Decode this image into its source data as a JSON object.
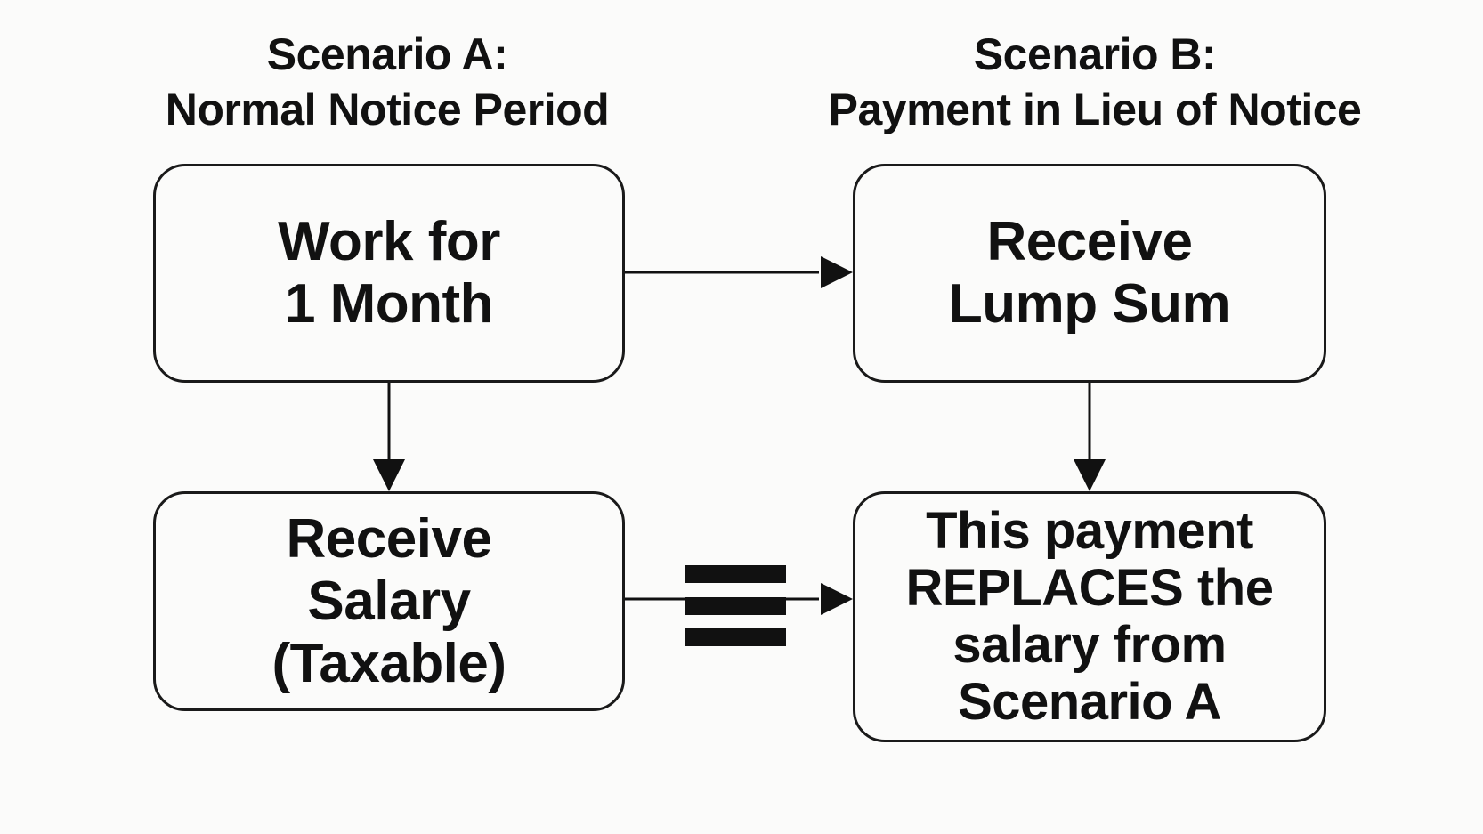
{
  "scenario_a": {
    "title": "Scenario A:",
    "subtitle": "Normal Notice Period",
    "box_work": {
      "line1": "Work for",
      "line2": "1 Month"
    },
    "box_salary": {
      "line1": "Receive",
      "line2": "Salary",
      "line3": "(Taxable)"
    }
  },
  "scenario_b": {
    "title": "Scenario B:",
    "subtitle": "Payment in Lieu of Notice",
    "box_lump": {
      "line1": "Receive",
      "line2": "Lump Sum"
    },
    "box_replaces": {
      "line1": "This payment",
      "line2": "REPLACES the",
      "line3": "salary from",
      "line4": "Scenario A"
    }
  },
  "equivalence_symbol": "identical-to (≡)",
  "colors": {
    "ink": "#111111",
    "background": "#fbfbfa"
  }
}
